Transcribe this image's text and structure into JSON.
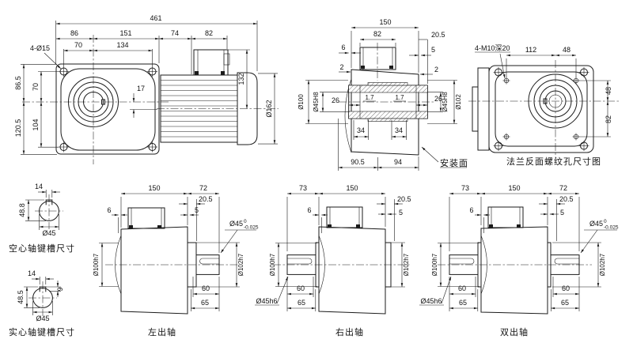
{
  "drawing": {
    "front": {
      "d461": "461",
      "d86": "86",
      "d151": "151",
      "d74": "74",
      "d82": "82",
      "d70t": "70",
      "d134": "134",
      "holes": "4-Ø15",
      "d86_5": "86.5",
      "d70l": "70",
      "d104": "104",
      "d120_5": "120.5",
      "d17": "17",
      "d132": "132",
      "d162": "Ø162"
    },
    "section": {
      "d150": "150",
      "d82": "82",
      "d20_5": "20.5",
      "d6": "6",
      "d5": "5",
      "d2l": "2",
      "d2r": "2",
      "d100": "Ø100",
      "d45l": "Ø45H8",
      "d26l": "26",
      "d17l": "1.7",
      "d17r": "1.7",
      "d26r": "26",
      "d45r": "Ø45H8",
      "d102": "Ø102",
      "d34l": "34",
      "d34r": "34",
      "d90_5": "90.5",
      "d94": "94",
      "mount": "安装面"
    },
    "flange": {
      "thread": "4-M10深20",
      "d112": "112",
      "d48t": "48",
      "d48r": "48",
      "d82r": "82",
      "caption": "法兰反面螺纹孔尺寸图"
    },
    "kw_hollow": {
      "d14": "14",
      "d48_8": "48.8",
      "d45": "Ø45",
      "caption": "空心轴键槽尺寸"
    },
    "kw_solid": {
      "d14": "14",
      "d48_5": "48.5",
      "d9": "9",
      "d45": "Ø45",
      "caption": "实心轴键槽尺寸"
    },
    "left": {
      "d150": "150",
      "d72": "72",
      "d20_5": "20.5",
      "d5": "5",
      "d6": "6",
      "d100": "Ø100h7",
      "d45": "Ø45",
      "tu": "0",
      "td": "-0.025",
      "d102": "Ø102h7",
      "d60": "60",
      "d65": "65",
      "caption": "左出轴"
    },
    "right": {
      "d73": "73",
      "d150": "150",
      "d20_5": "20.5",
      "d5": "5",
      "d6": "6",
      "d100": "Ø100h7",
      "d45": "Ø45h6",
      "d102": "Ø102h7",
      "d60": "60",
      "d65": "65",
      "caption": "右出轴"
    },
    "both": {
      "d73": "73",
      "d150": "150",
      "d72": "72",
      "d20_5": "20.5",
      "d5": "5",
      "d6": "6",
      "d100": "Ø100h7",
      "d45l": "Ø45h6",
      "d60l": "60",
      "d65l": "65",
      "d45r": "Ø45",
      "tu": "0",
      "td": "-0.025",
      "d102": "Ø102h7",
      "d60r": "60",
      "d65r": "65",
      "caption": "双出轴"
    }
  }
}
